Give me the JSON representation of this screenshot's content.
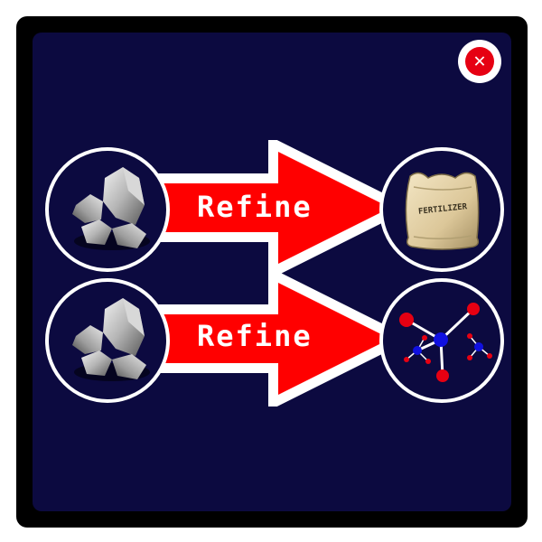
{
  "dialog": {
    "close_icon": "close-icon",
    "close_glyph": "✕"
  },
  "recipes": [
    {
      "input_icon": "stone-ore-icon",
      "action_label": "Refine",
      "output_icon": "fertilizer-sack-icon",
      "output_sack_text": "FERTILIZER"
    },
    {
      "input_icon": "stone-ore-icon",
      "action_label": "Refine",
      "output_icon": "molecule-icon"
    }
  ],
  "colors": {
    "frame": "#000000",
    "panel": "#0c0a40",
    "arrow": "#ff0000",
    "arrow_border": "#ffffff",
    "close": "#e60012"
  }
}
